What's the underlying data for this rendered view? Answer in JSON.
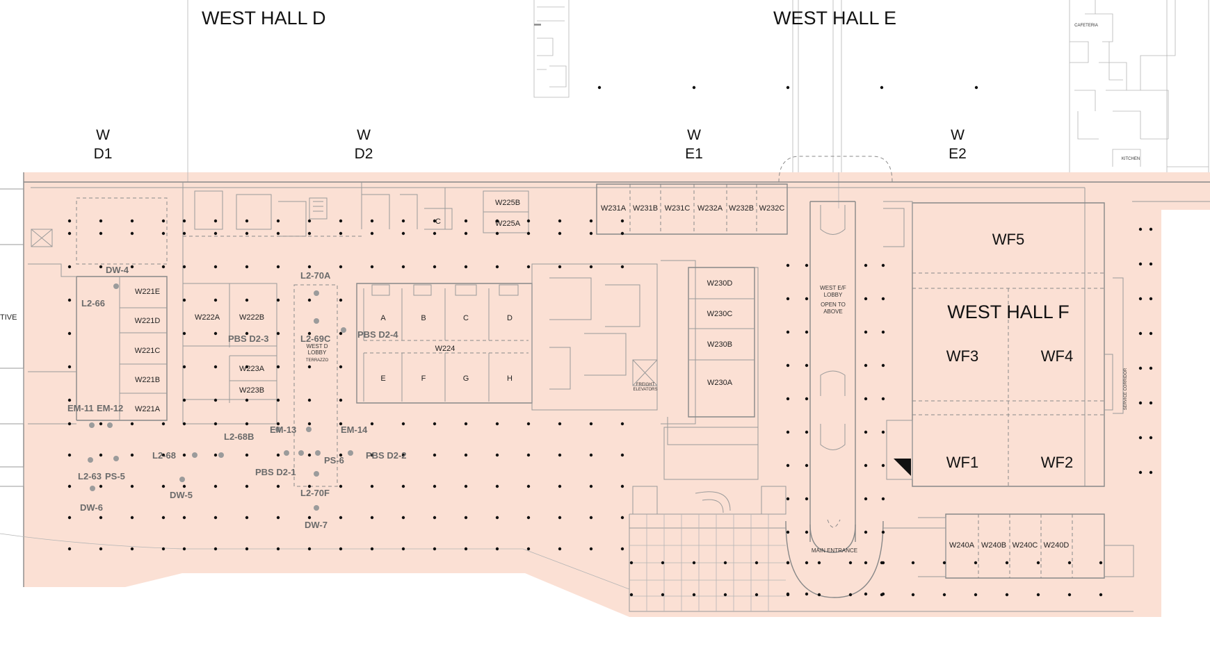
{
  "halls": {
    "d_title": "WEST HALL D",
    "e_title": "WEST HALL E",
    "f_title": "WEST HALL F"
  },
  "columns": {
    "d1": {
      "top": "W",
      "bottom": "D1"
    },
    "d2": {
      "top": "W",
      "bottom": "D2"
    },
    "e1": {
      "top": "W",
      "bottom": "E1"
    },
    "e2": {
      "top": "W",
      "bottom": "E2"
    }
  },
  "edge_text": "TIVE",
  "rooms": {
    "w221e": "W221E",
    "w221d": "W221D",
    "w221c": "W221C",
    "w221b": "W221B",
    "w221a": "W221A",
    "w222a": "W222A",
    "w222b": "W222B",
    "w223a": "W223A",
    "w223b": "W223B",
    "w224": "W224",
    "w224_a": "A",
    "w224_b": "B",
    "w224_c": "C",
    "w224_d": "D",
    "w224_e": "E",
    "w224_f": "F",
    "w224_g": "G",
    "w224_h": "H",
    "w225a": "W225A",
    "w225b": "W225B",
    "c": "C",
    "w231a": "W231A",
    "w231b": "W231B",
    "w231c": "W231C",
    "w232a": "W232A",
    "w232b": "W232B",
    "w232c": "W232C",
    "w230d": "W230D",
    "w230c": "W230C",
    "w230b": "W230B",
    "w230a": "W230A",
    "wf1": "WF1",
    "wf2": "WF2",
    "wf3": "WF3",
    "wf4": "WF4",
    "wf5": "WF5",
    "w240a": "W240A",
    "w240b": "W240B",
    "w240c": "W240C",
    "w240d": "W240D"
  },
  "labels": {
    "west_d_lobby": "WEST D",
    "west_d_lobby_2": "LOBBY",
    "terrazzo": "TERRAZZO",
    "freight": "FREIGHT",
    "freight_2": "ELEVATORS",
    "west_ef_lobby": "WEST E/F",
    "west_ef_lobby_2": "LOBBY",
    "open_above": "OPEN TO",
    "open_above_2": "ABOVE",
    "main_entrance": "MAIN ENTRANCE",
    "cafeteria": "CAFETERIA",
    "kitchen": "KITCHEN",
    "service_corridor": "SERVICE CORRIDOR"
  },
  "markers": {
    "dw4": "DW-4",
    "l2_66": "L2-66",
    "em11": "EM-11",
    "em12": "EM-12",
    "l2_63": "L2-63",
    "ps5": "PS-5",
    "dw6": "DW-6",
    "l2_68": "L2-68",
    "dw5": "DW-5",
    "l2_68b": "L2-68B",
    "em13": "EM-13",
    "em14": "EM-14",
    "pbs_d23": "PBS D2-3",
    "l2_70a": "L2-70A",
    "l2_69c": "L2-69C",
    "pbs_d24": "PBS D2-4",
    "ps6": "PS-6",
    "pbs_d22": "PBS D2-2",
    "pbs_d21": "PBS D2-1",
    "l2_70f": "L2-70F",
    "dw7": "DW-7"
  },
  "colors": {
    "floor_fill": "#fbe0d4",
    "wall": "#9a9a9a",
    "marker": "#9b9b9b",
    "column_dot": "#111111"
  }
}
